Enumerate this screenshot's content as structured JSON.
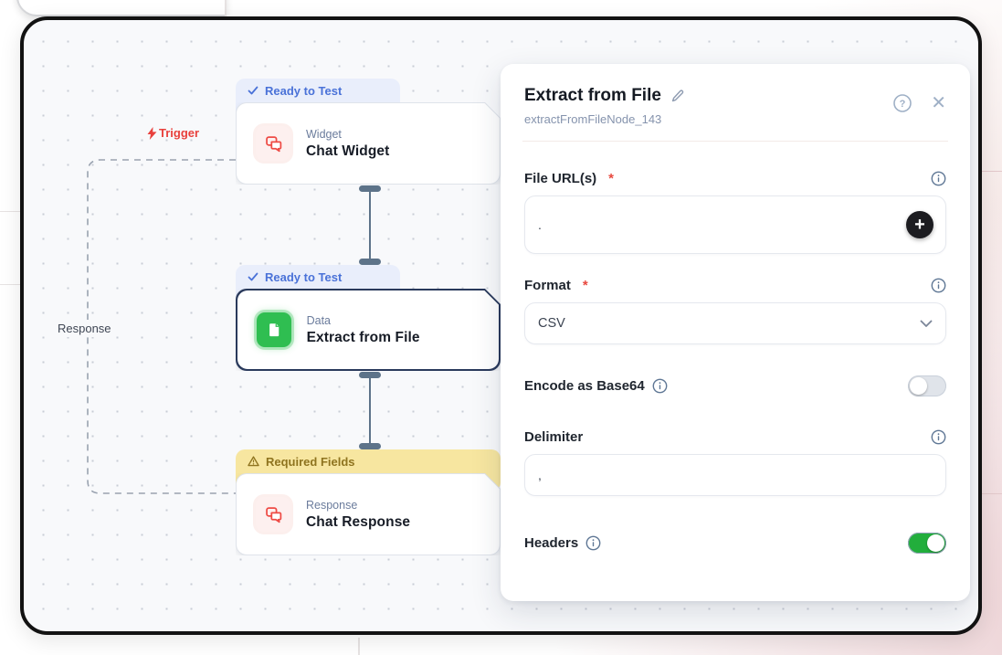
{
  "canvas": {
    "trigger_label": "Trigger",
    "response_label": "Response",
    "nodes": [
      {
        "badge": "Ready to Test",
        "category": "Widget",
        "title": "Chat Widget"
      },
      {
        "badge": "Ready to Test",
        "category": "Data",
        "title": "Extract from File"
      },
      {
        "badge": "Required Fields",
        "category": "Response",
        "title": "Chat Response"
      }
    ]
  },
  "panel": {
    "title": "Extract from File",
    "subtitle": "extractFromFileNode_143",
    "required_marker": "*",
    "add_button_label": "+",
    "fields": {
      "file_urls": {
        "label": "File URL(s)",
        "required": true,
        "value": "."
      },
      "format": {
        "label": "Format",
        "required": true,
        "value": "CSV"
      },
      "encode_base64": {
        "label": "Encode as Base64",
        "enabled": false
      },
      "delimiter": {
        "label": "Delimiter",
        "value": ","
      },
      "headers": {
        "label": "Headers",
        "enabled": true
      }
    }
  },
  "colors": {
    "frame": "#121212",
    "canvas_bg": "#f8f9fb",
    "ready_badge_bg": "#e9eefb",
    "ready_badge_text": "#4a72d8",
    "warning_badge_bg": "#f7e6a0",
    "warning_badge_text": "#8f741f",
    "selected_node_border": "#2a3a5c",
    "node_icon_red": "#ee4b45",
    "node_icon_green": "#2fbe51",
    "trigger_red": "#e8403c",
    "toggle_on_green": "#22ae3c",
    "connector": "#5d7389"
  }
}
